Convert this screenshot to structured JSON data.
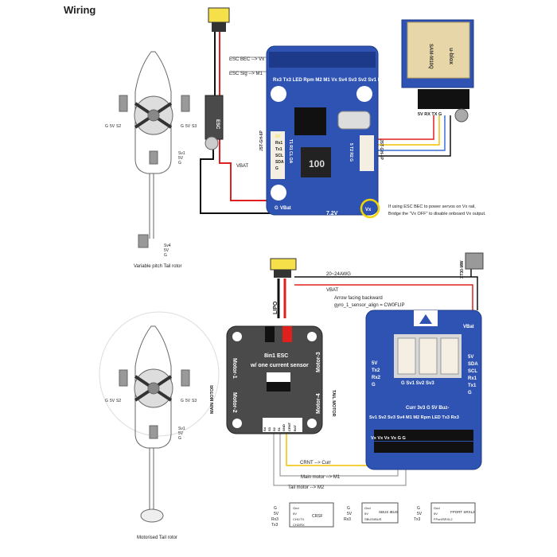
{
  "page_title": "Wiring",
  "top": {
    "rotor_label": "Variable pitch Tail rotor",
    "servo_left_pins": [
      "G",
      "5V",
      "S2"
    ],
    "servo_right_pins": [
      "G",
      "5V",
      "S3"
    ],
    "servo_mid_pins": [
      "Sv1",
      "5V",
      "G"
    ],
    "servo_tail_pins": [
      "Sv4",
      "5V",
      "G"
    ],
    "esc_label": "ESC",
    "esc_bec_label": "ESC BEC --> Vx",
    "esc_sig_label": "ESC Sig --> M1",
    "vbat_label": "VBAT",
    "fc_header_labels": "Rx3 Tx3 LED Rpm M2 M1 Vx Sv4 Sv3 Sv2 Sv1 Buz-",
    "fc_side_labels": [
      "5V",
      "Rx1",
      "Tx1",
      "SCL",
      "SDA",
      "G"
    ],
    "fc_mid_labels": [
      "T1 R1 CL DA",
      "5 T2 R2 G"
    ],
    "fc_jst_left": "JST-GH-6P",
    "fc_jst_right": "JST-GH-4P",
    "fc_chip_text": "100",
    "fc_voltage": "7.2V",
    "fc_bottom_labels": [
      "G",
      "VBat"
    ],
    "vx_label": "Vx",
    "gps_model": "SAM-M10Q",
    "gps_brand": "u-blox",
    "gps_pins": "5V RX TX G",
    "note_line1": "If using ESC BEC to power servos on Vx rail,",
    "note_line2": "Bridge the \"Vx OFF\" to disable onboard Vx output."
  },
  "bottom": {
    "rotor_label": "Motorised Tail rotor",
    "servo_left_pins": [
      "G",
      "5V",
      "S2"
    ],
    "servo_right_pins": [
      "G",
      "5V",
      "S3"
    ],
    "servo_mid_pins": [
      "Sv1",
      "5V",
      "G"
    ],
    "wire_gauge": "20~24AWG",
    "vbat_label": "VBAT",
    "battery_label": "LIPO",
    "esc_title": "8in1 ESC",
    "esc_subtitle": "w/ one current sensor",
    "motor_labels": [
      "Motor-1",
      "Motor-2",
      "Motor-3",
      "Motor-4"
    ],
    "main_motor_side": "MAIN MOTOR",
    "tail_motor_side": "TAIL MOTOR",
    "esc_pins": [
      "S4",
      "S3",
      "S2",
      "S1",
      "GND",
      "CRNT",
      "BAT"
    ],
    "orientation_line1": "Arrow facing backward",
    "orientation_line2": "gyro_1_sensor_align = CW0FLIP",
    "xt30_label": "XT30-MW",
    "fc_top_vbat": "VBat",
    "fc_side_pins": [
      "5V",
      "Tx2",
      "Rx2",
      "G"
    ],
    "fc_side_pins_right": [
      "5V",
      "SDA",
      "SCL",
      "Rx1",
      "Tx1",
      "G"
    ],
    "fc_servo_pins": "G  Sv1  Sv2  Sv3",
    "fc_row1": "Curr 3v3 G 5V Buz-",
    "fc_row2": "Sv1 Sv2 Sv3 Sv4 M1 M2 Rpm LED Tx3 Rx3",
    "fc_row3": "Vx Vx Vx Vx G G",
    "crnt_label": "CRNT --> Curr",
    "main_motor_label": "Main motor --> M1",
    "tail_motor_label": "Tail motor --> M2"
  },
  "receivers": [
    {
      "name": "CRSF",
      "pins": [
        "G",
        "5V",
        "Rx3",
        "Tx3"
      ],
      "inner": [
        "Gnd",
        "5V",
        "CH1/TX",
        "CH2/RX"
      ]
    },
    {
      "name": "SBUS IBUS",
      "pins": [
        "G",
        "5V",
        "Rx3"
      ],
      "inner": [
        "Gnd",
        "5V",
        "SBUS/IBUS"
      ]
    },
    {
      "name": "FPORT SRXL2",
      "pins": [
        "G",
        "5V",
        "Tx3"
      ],
      "inner": [
        "Gnd",
        "5V",
        "FPort/SRXL2"
      ]
    }
  ],
  "colors": {
    "fc_board": "#2f53b3",
    "red_wire": "#e0201c",
    "yellow_wire": "#f2c200",
    "connector": "#f5e04a",
    "esc_body": "#4a4a4a"
  }
}
